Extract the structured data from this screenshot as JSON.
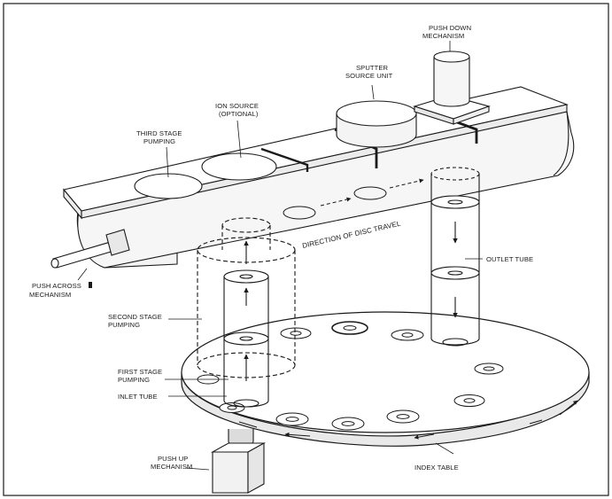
{
  "diagram": {
    "labels": {
      "push_down_1": "PUSH DOWN",
      "push_down_2": "MECHANISM",
      "sputter_1": "SPUTTER",
      "sputter_2": "SOURCE UNIT",
      "ion_1": "ION SOURCE",
      "ion_2": "(OPTIONAL)",
      "third_1": "THIRD STAGE",
      "third_2": "PUMPING",
      "direction": "DIRECTION OF DISC TRAVEL",
      "outlet": "OUTLET TUBE",
      "push_across_1": "PUSH ACROSS",
      "push_across_2": "MECHANISM",
      "second_1": "SECOND STAGE",
      "second_2": "PUMPING",
      "first_1": "FIRST STAGE",
      "first_2": "PUMPING",
      "inlet": "INLET TUBE",
      "push_up_1": "PUSH UP",
      "push_up_2": "MECHANISM",
      "index": "INDEX TABLE"
    },
    "colors": {
      "ink": "#1a1a1a",
      "paper": "#ffffff",
      "shade": "#e9e9e9",
      "fill": "#f7f7f7"
    }
  }
}
